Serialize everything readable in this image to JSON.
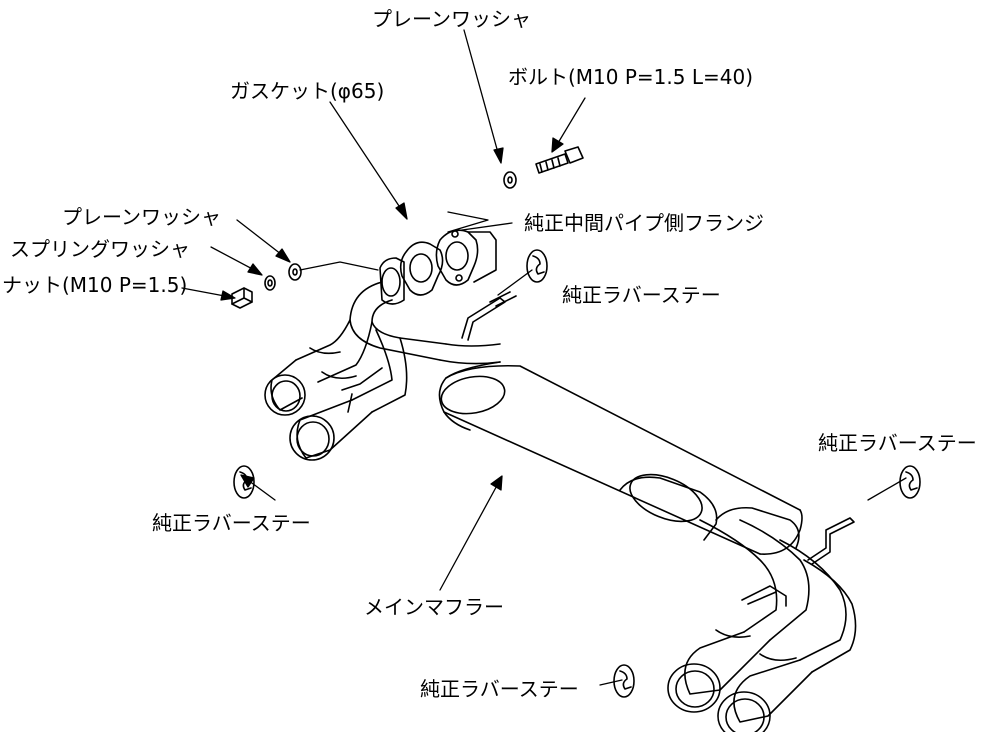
{
  "labels": {
    "plain_washer_top": "プレーンワッシャ",
    "bolt": "ボルト(M10 P=1.5 L=40)",
    "gasket": "ガスケット(φ65)",
    "oem_flange": "純正中間パイプ側フランジ",
    "plain_washer_left": "プレーンワッシャ",
    "spring_washer": "スプリングワッシャ",
    "nut": "ナット(M10 P=1.5)",
    "rubber_stay_upper": "純正ラバーステー",
    "rubber_stay_left": "純正ラバーステー",
    "rubber_stay_right": "純正ラバーステー",
    "main_muffler": "メインマフラー",
    "rubber_stay_bottom": "純正ラバーステー"
  },
  "colors": {
    "line": "#000000",
    "background": "#ffffff"
  },
  "icons": [
    "washer-icon",
    "bolt-icon",
    "nut-icon",
    "spring-washer-icon",
    "gasket-icon",
    "flange-icon",
    "rubber-stay-icon",
    "muffler-icon",
    "tailpipe-icon"
  ]
}
